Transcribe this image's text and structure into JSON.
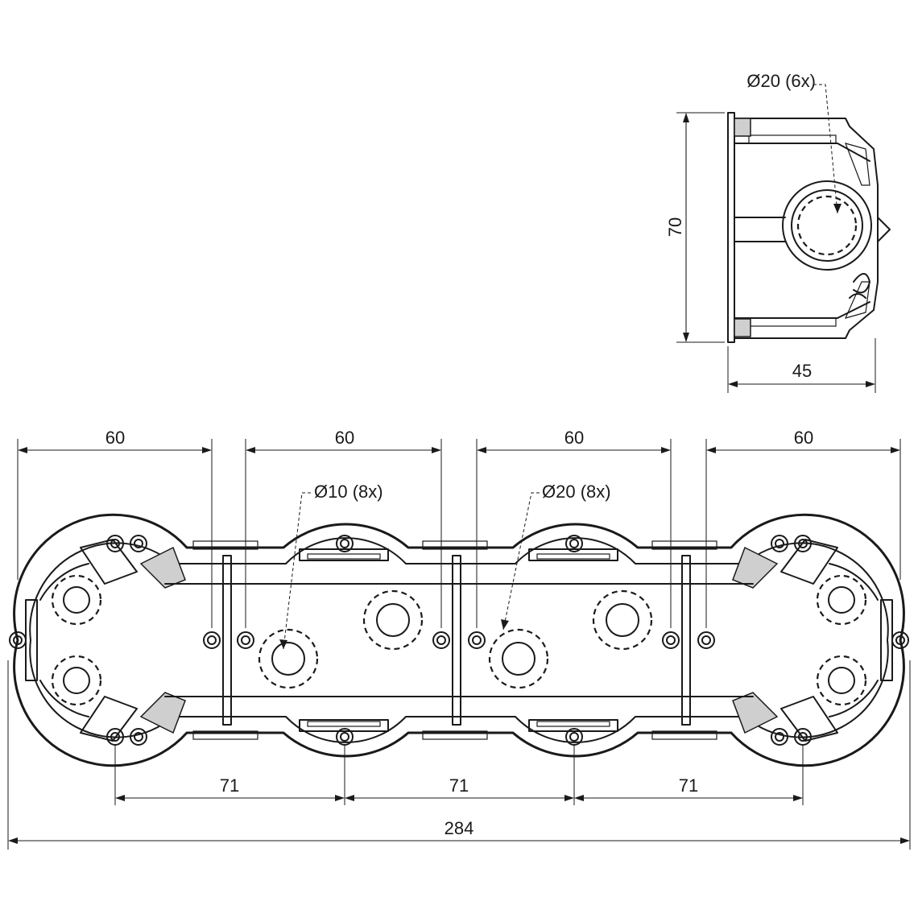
{
  "side_view": {
    "hole_label": "Ø20 (6x)",
    "height_label": "70",
    "depth_label": "45"
  },
  "front_view": {
    "pitch_labels": [
      "60",
      "60",
      "60",
      "60"
    ],
    "small_hole_label": "Ø10 (8x)",
    "large_hole_label": "Ø20 (8x)",
    "spacing_labels": [
      "71",
      "71",
      "71"
    ],
    "overall_label": "284"
  }
}
